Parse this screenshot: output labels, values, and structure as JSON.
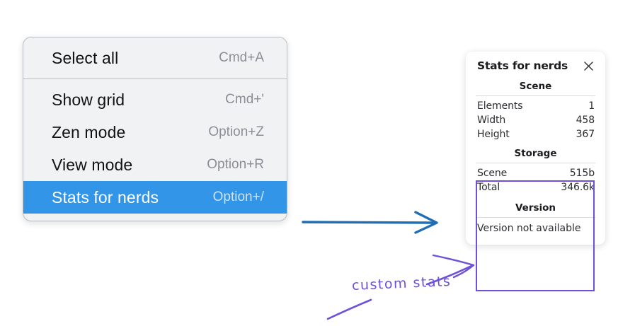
{
  "context_menu": {
    "sections": [
      {
        "items": [
          {
            "label": "Select all",
            "shortcut": "Cmd+A",
            "selected": false
          }
        ]
      },
      {
        "items": [
          {
            "label": "Show grid",
            "shortcut": "Cmd+'",
            "selected": false
          },
          {
            "label": "Zen mode",
            "shortcut": "Option+Z",
            "selected": false
          },
          {
            "label": "View mode",
            "shortcut": "Option+R",
            "selected": false
          },
          {
            "label": "Stats for nerds",
            "shortcut": "Option+/",
            "selected": true
          }
        ]
      }
    ],
    "highlight_color": "#3395e8",
    "background_color": "#f1f2f4"
  },
  "stats_panel": {
    "title": "Stats for nerds",
    "close_icon": "close-icon",
    "sections": [
      {
        "heading": "Scene",
        "rows": [
          {
            "key": "Elements",
            "value": "1"
          },
          {
            "key": "Width",
            "value": "458"
          },
          {
            "key": "Height",
            "value": "367"
          }
        ]
      },
      {
        "heading": "Storage",
        "rows": [
          {
            "key": "Scene",
            "value": "515b"
          },
          {
            "key": "Total",
            "value": "346.6k"
          }
        ]
      },
      {
        "heading": "Version",
        "plain_rows": [
          "Version not available"
        ]
      }
    ]
  },
  "annotations": {
    "blue_arrow": {
      "name": "blue-pointer-arrow",
      "color": "#1f6eb5"
    },
    "purple_highlight": {
      "name": "custom-stats-highlight-box",
      "color": "#6f50d9"
    },
    "purple_arrow": {
      "name": "custom-stats-pointer-arrow",
      "color": "#6f50d9"
    },
    "purple_underline": {
      "name": "custom-stats-underline",
      "color": "#6f50d9"
    },
    "label": "custom stats"
  }
}
